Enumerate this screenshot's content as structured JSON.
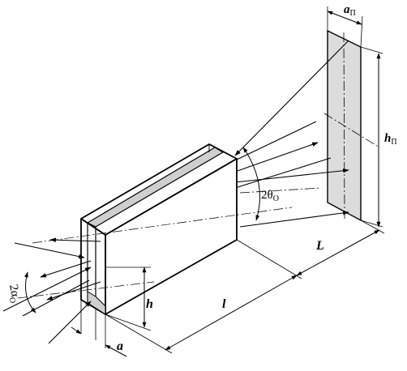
{
  "labels": {
    "screen_width": "a",
    "screen_width_sub": "П",
    "screen_height": "h",
    "screen_height_sub": "П",
    "theta": "2θ",
    "theta_sub": "O",
    "alpha": "2α",
    "alpha_sub": "O",
    "distance_L": "L",
    "length_l": "l",
    "height_h": "h",
    "width_a": "a"
  },
  "colors": {
    "line": "#000000",
    "screen_fill": "#d9d9d9",
    "slab_fill": "#cfcfcf"
  }
}
